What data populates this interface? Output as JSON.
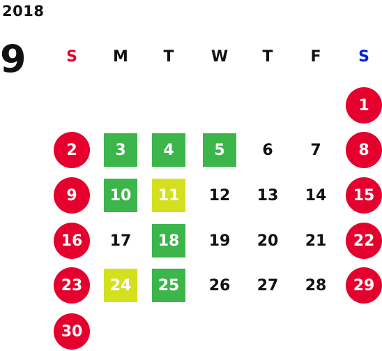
{
  "year": "2018",
  "month": "9",
  "colors": {
    "sunday": "#e60026",
    "saturday": "#0020d8",
    "holiday": "#e6002d",
    "green": "#3cb54a",
    "yellow": "#d4e01e",
    "text": "#111111"
  },
  "weekdays": [
    {
      "label": "S",
      "type": "sunday"
    },
    {
      "label": "M",
      "type": "normal"
    },
    {
      "label": "T",
      "type": "normal"
    },
    {
      "label": "W",
      "type": "normal"
    },
    {
      "label": "T",
      "type": "normal"
    },
    {
      "label": "F",
      "type": "normal"
    },
    {
      "label": "S",
      "type": "saturday"
    }
  ],
  "weeks": [
    [
      null,
      null,
      null,
      null,
      null,
      null,
      {
        "day": "1",
        "style": "holiday"
      }
    ],
    [
      {
        "day": "2",
        "style": "holiday"
      },
      {
        "day": "3",
        "style": "green"
      },
      {
        "day": "4",
        "style": "green"
      },
      {
        "day": "5",
        "style": "green"
      },
      {
        "day": "6",
        "style": "plain"
      },
      {
        "day": "7",
        "style": "plain"
      },
      {
        "day": "8",
        "style": "holiday"
      }
    ],
    [
      {
        "day": "9",
        "style": "holiday"
      },
      {
        "day": "10",
        "style": "green"
      },
      {
        "day": "11",
        "style": "yellow"
      },
      {
        "day": "12",
        "style": "plain"
      },
      {
        "day": "13",
        "style": "plain"
      },
      {
        "day": "14",
        "style": "plain"
      },
      {
        "day": "15",
        "style": "holiday"
      }
    ],
    [
      {
        "day": "16",
        "style": "holiday"
      },
      {
        "day": "17",
        "style": "plain"
      },
      {
        "day": "18",
        "style": "green"
      },
      {
        "day": "19",
        "style": "plain"
      },
      {
        "day": "20",
        "style": "plain"
      },
      {
        "day": "21",
        "style": "plain"
      },
      {
        "day": "22",
        "style": "holiday"
      }
    ],
    [
      {
        "day": "23",
        "style": "holiday"
      },
      {
        "day": "24",
        "style": "yellow"
      },
      {
        "day": "25",
        "style": "green"
      },
      {
        "day": "26",
        "style": "plain"
      },
      {
        "day": "27",
        "style": "plain"
      },
      {
        "day": "28",
        "style": "plain"
      },
      {
        "day": "29",
        "style": "holiday"
      }
    ],
    [
      {
        "day": "30",
        "style": "holiday"
      },
      null,
      null,
      null,
      null,
      null,
      null
    ]
  ]
}
